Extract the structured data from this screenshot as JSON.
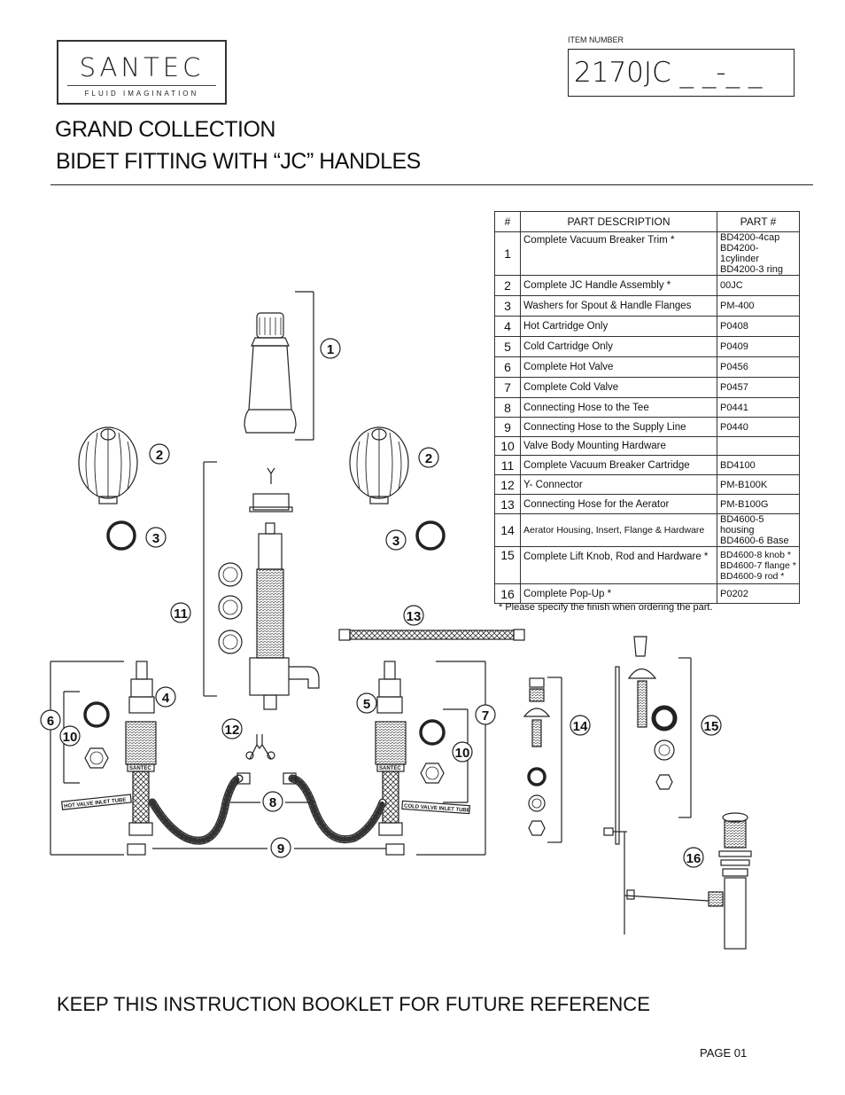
{
  "brand": {
    "name": "SANTEC",
    "tagline": "FLUID IMAGINATION"
  },
  "item": {
    "label": "ITEM NUMBER",
    "value": "2170JC _ _-_ _"
  },
  "title": {
    "line1": "GRAND COLLECTION",
    "line2": "BIDET FITTING WITH “JC” HANDLES"
  },
  "table": {
    "headers": {
      "num": "#",
      "desc": "PART  DESCRIPTION",
      "part": "PART #"
    },
    "rows": [
      {
        "num": "1",
        "desc": "Complete Vacuum Breaker Trim  *",
        "parts": [
          "BD4200-4cap",
          "BD4200-1cylinder",
          "BD4200-3 ring"
        ]
      },
      {
        "num": "2",
        "desc": "Complete JC Handle  Assembly *",
        "parts": [
          "00JC"
        ]
      },
      {
        "num": "3",
        "desc": "Washers for Spout & Handle Flanges",
        "parts": [
          "PM-400"
        ]
      },
      {
        "num": "4",
        "desc": "Hot Cartridge Only",
        "parts": [
          "P0408"
        ]
      },
      {
        "num": "5",
        "desc": "Cold Cartridge Only",
        "parts": [
          "P0409"
        ]
      },
      {
        "num": "6",
        "desc": "Complete Hot Valve",
        "parts": [
          "P0456"
        ]
      },
      {
        "num": "7",
        "desc": "Complete Cold Valve",
        "parts": [
          "P0457"
        ]
      },
      {
        "num": "8",
        "desc": "Connecting Hose to the Tee",
        "parts": [
          "P0441"
        ]
      },
      {
        "num": "9",
        "desc": "Connecting Hose to the Supply Line",
        "parts": [
          "P0440"
        ]
      },
      {
        "num": "10",
        "desc": "Valve Body Mounting Hardware",
        "parts": [
          ""
        ]
      },
      {
        "num": "11",
        "desc": "Complete Vacuum Breaker Cartridge",
        "parts": [
          "BD4100"
        ]
      },
      {
        "num": "12",
        "desc": "Y- Connector",
        "parts": [
          "PM-B100K"
        ]
      },
      {
        "num": "13",
        "desc": "Connecting Hose for the Aerator",
        "parts": [
          "PM-B100G"
        ]
      },
      {
        "num": "14",
        "desc": "Aerator Housing, Insert, Flange & Hardware",
        "parts": [
          "BD4600-5 housing",
          "BD4600-6 Base"
        ]
      },
      {
        "num": "15",
        "desc": "Complete Lift Knob, Rod and Hardware *",
        "parts": [
          "BD4600-8 knob *",
          "BD4600-7 flange *",
          "BD4600-9 rod *"
        ]
      },
      {
        "num": "16",
        "desc": "Complete Pop-Up *",
        "parts": [
          "P0202"
        ]
      }
    ],
    "footnote": "* Please specify the finish when ordering the part."
  },
  "diagram": {
    "callouts": [
      "1",
      "2",
      "2",
      "3",
      "3",
      "4",
      "5",
      "6",
      "7",
      "8",
      "9",
      "10",
      "10",
      "11",
      "12",
      "13",
      "14",
      "15",
      "16"
    ],
    "hot_tube_label": "HOT VALVE INLET TUBE",
    "cold_tube_label": "COLD VALVE INLET TUBE",
    "valve_brand": "SANTEC"
  },
  "footer": {
    "keep": "KEEP THIS INSTRUCTION BOOKLET FOR FUTURE REFERENCE",
    "page": "PAGE  01"
  }
}
